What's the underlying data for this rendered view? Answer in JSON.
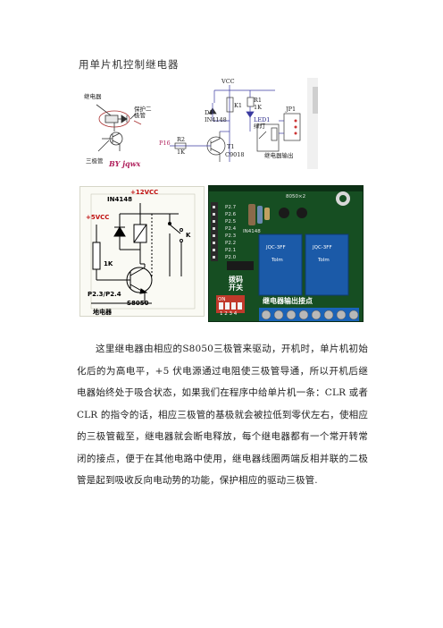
{
  "title": "用单片机控制继电器",
  "figure1": {
    "relay_label": "继电器",
    "diode_label": "保护二\n极管",
    "transistor_label": "三极管",
    "vcc": "VCC",
    "r1": "R1",
    "r1_val": "1K",
    "led_label": "LED1",
    "led_sub": "绿灯",
    "d1": "D1",
    "d1_val": "IN4148",
    "k1": "K1",
    "r2": "R2",
    "r2_val": "1K",
    "pin": "P16",
    "t1": "T1",
    "t1_val": "C9018",
    "jp": "JP1",
    "relay_name": "继电器输出",
    "byline": "BY jqwx"
  },
  "figure2": {
    "diode": "IN4148",
    "v12": "+12VCC",
    "v5": "+5VCC",
    "k": "K",
    "r": "1K",
    "port": "P2.3/P2.4",
    "transistor": "S8050",
    "ground": "地电器"
  },
  "figure3": {
    "board": "8050×2",
    "pins": [
      "P2.7",
      "P2.6",
      "P2.5",
      "P2.4",
      "P2.3",
      "P2.2",
      "P2.1",
      "P2.0"
    ],
    "diode": "IN4148",
    "switch": "拨码\n开关",
    "output": "继电器输出接点",
    "relay_brand": "Tolm",
    "relay_model": "JQC-3FF",
    "on_label": "ON",
    "dip_numbers": "1 2 3 4"
  },
  "paragraph": "这里继电器由相应的S8050三极管来驱动，开机时，单片机初始化后的为高电平，+5 伏电源通过电阻使三极管导通，所以开机后继电器始终处于吸合状态，如果我们在程序中给单片机一条：CLR 或者CLR 的指令的话，相应三极管的基极就会被拉低到零伏左右，使相应的三极管截至，继电器就会断电释放，每个继电器都有一个常开转常闭的接点，便于在其他电路中使用，继电器线圈两端反相并联的二极管是起到吸收反向电动势的功能，保护相应的驱动三极管."
}
